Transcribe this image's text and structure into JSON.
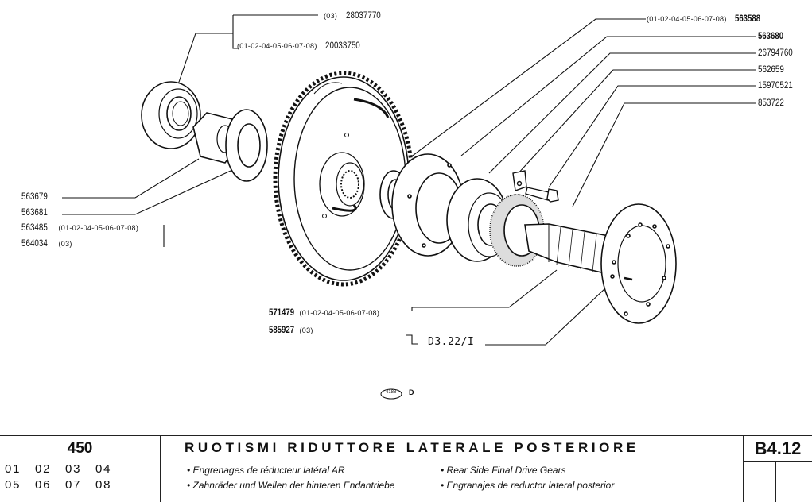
{
  "drawing": {
    "callouts_top": [
      {
        "variants": "(03)",
        "part_number": "28037770"
      },
      {
        "variants": "(01-02-04-05-06-07-08)",
        "part_number": "20033750"
      }
    ],
    "callouts_right": [
      {
        "variants": "(01-02-04-05-06-07-08)",
        "part_number": "563588"
      },
      {
        "variants": "",
        "part_number": "563680"
      },
      {
        "variants": "",
        "part_number": "26794760"
      },
      {
        "variants": "",
        "part_number": "562659"
      },
      {
        "variants": "",
        "part_number": "15970521"
      },
      {
        "variants": "",
        "part_number": "853722"
      }
    ],
    "callouts_left": [
      {
        "part_number": "563679",
        "variants": ""
      },
      {
        "part_number": "563681",
        "variants": ""
      },
      {
        "part_number": "563485",
        "variants": "(01-02-04-05-06-07-08)"
      },
      {
        "part_number": "564034",
        "variants": "(03)"
      }
    ],
    "callouts_bottom": [
      {
        "part_number": "571479",
        "variants": "(01-02-04-05-06-07-08)"
      },
      {
        "part_number": "585927",
        "variants": "(03)"
      }
    ],
    "reference": "D3.22/I",
    "figure_id": "4188",
    "figure_suffix": "D"
  },
  "footer": {
    "model": "450",
    "versions_row1": [
      "01",
      "02",
      "03",
      "04"
    ],
    "versions_row2": [
      "05",
      "06",
      "07",
      "08"
    ],
    "title": "RUOTISMI RIDUTTORE LATERALE POSTERIORE",
    "subtitles": {
      "fr": "• Engrenages de réducteur latéral AR",
      "de": "• Zahnräder und Wellen der hinteren Endantriebe",
      "en": "• Rear Side Final Drive Gears",
      "es": "• Engranajes de reductor lateral posterior"
    },
    "page_code": "B4.12"
  }
}
